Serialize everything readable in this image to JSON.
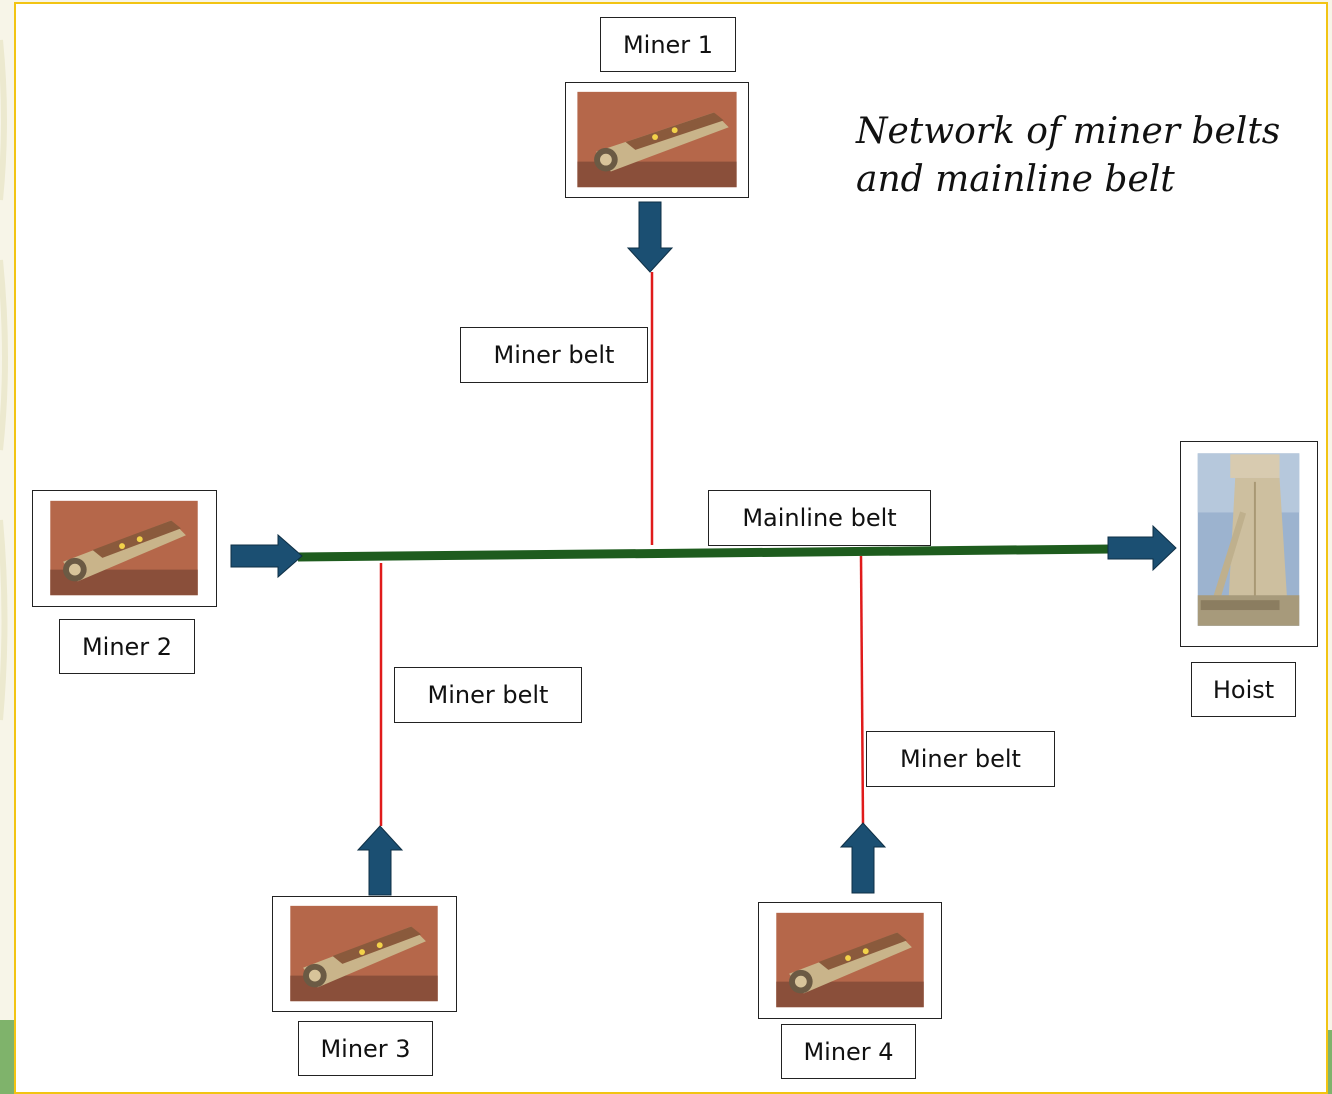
{
  "title": "Network of miner belts and mainline belt",
  "labels": {
    "miner1": "Miner 1",
    "miner2": "Miner 2",
    "miner3": "Miner 3",
    "miner4": "Miner 4",
    "hoist": "Hoist",
    "miner_belt_1": "Miner belt",
    "miner_belt_2": "Miner belt",
    "miner_belt_3": "Miner belt",
    "mainline_belt": "Mainline belt"
  },
  "icons": {
    "miner": "continuous-miner-photo-icon",
    "hoist": "mine-hoist-headframe-photo-icon",
    "arrow": "flow-arrow-icon"
  },
  "colors": {
    "mainline_belt": "#1e5c1e",
    "miner_belt": "#e01b1b",
    "arrow": "#1b4f72",
    "slide_border": "#f2c413"
  }
}
